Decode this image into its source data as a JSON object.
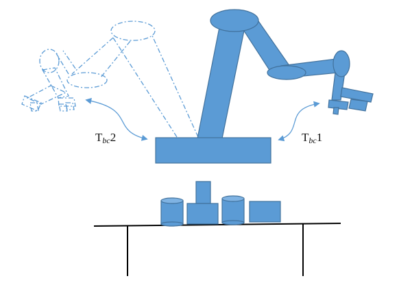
{
  "colors": {
    "robot_fill": "#5b9bd5",
    "robot_stroke": "#41719c",
    "ghost_stroke": "#5b9bd5",
    "arrow": "#5b9bd5",
    "table": "#000000"
  },
  "labels": {
    "right": {
      "main": "T",
      "sub": "bc",
      "index": "1"
    },
    "left": {
      "main": "T",
      "sub": "bc",
      "index": "2"
    }
  }
}
